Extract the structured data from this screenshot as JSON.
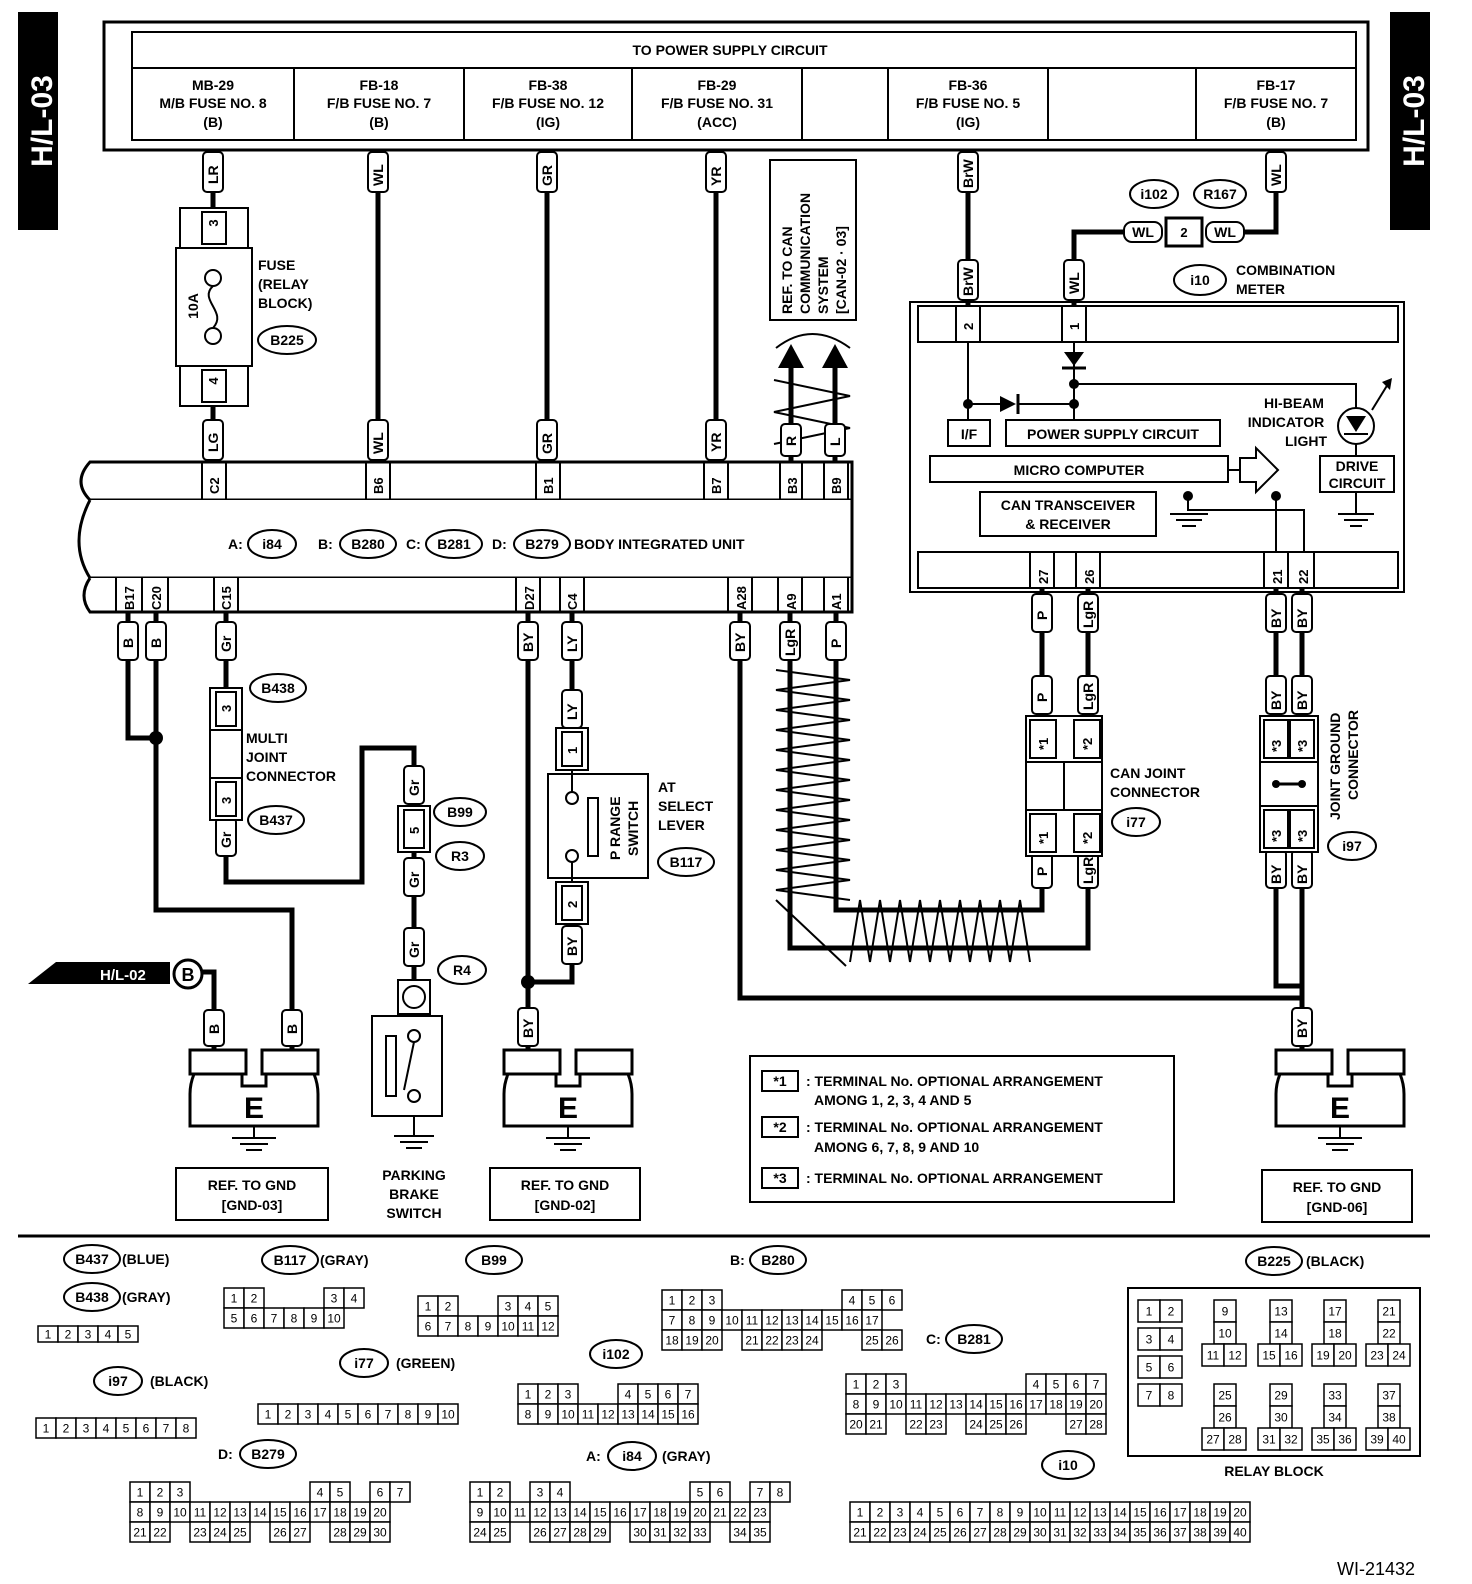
{
  "tabs": {
    "left": "H/L-03",
    "right": "H/L-03"
  },
  "power": {
    "title": "TO POWER SUPPLY CIRCUIT",
    "fuses": [
      {
        "l1": "MB-29",
        "l2": "M/B FUSE NO. 8",
        "l3": "(B)"
      },
      {
        "l1": "FB-18",
        "l2": "F/B FUSE NO. 7",
        "l3": "(B)"
      },
      {
        "l1": "FB-38",
        "l2": "F/B FUSE NO. 12",
        "l3": "(IG)"
      },
      {
        "l1": "FB-29",
        "l2": "F/B FUSE NO. 31",
        "l3": "(ACC)"
      },
      {
        "l1": "FB-36",
        "l2": "F/B FUSE NO. 5",
        "l3": "(IG)"
      },
      {
        "l1": "FB-17",
        "l2": "F/B FUSE NO. 7",
        "l3": "(B)"
      }
    ]
  },
  "wires": {
    "LR": "LR",
    "WL": "WL",
    "GR": "GR",
    "YR": "YR",
    "BrW": "BrW",
    "LG": "LG",
    "R": "R",
    "L": "L",
    "B": "B",
    "Gr": "Gr",
    "BY": "BY",
    "LY": "LY",
    "LgR": "LgR",
    "P": "P"
  },
  "nums": {
    "n1": "1",
    "n2": "2",
    "n3": "3",
    "n4": "4",
    "n5": "5",
    "n21": "21",
    "n22": "22",
    "n26": "26",
    "n27": "27"
  },
  "fuse": {
    "rating": "10A",
    "label1": "FUSE",
    "label2": "(RELAY",
    "label3": "BLOCK)",
    "conn": "B225"
  },
  "can": {
    "l1": "REF. TO CAN",
    "l2": "COMMUNICATION",
    "l3": "SYSTEM",
    "l4": "[CAN-02 · 03]"
  },
  "meter": {
    "conn1": "i102",
    "conn2": "R167",
    "conn3": "i10",
    "label1": "COMBINATION",
    "label2": "METER",
    "if": "I/F",
    "psc": "POWER SUPPLY CIRCUIT",
    "micro": "MICRO COMPUTER",
    "ct1": "CAN TRANSCEIVER",
    "ct2": "& RECEIVER",
    "hb1": "HI-BEAM",
    "hb2": "INDICATOR",
    "hb3": "LIGHT",
    "drv1": "DRIVE",
    "drv2": "CIRCUIT"
  },
  "biu": {
    "a": "A:",
    "b": "B:",
    "c": "C:",
    "d": "D:",
    "ca": "i84",
    "cb": "B280",
    "cc": "B281",
    "cd": "B279",
    "label": "BODY INTEGRATED UNIT",
    "top": [
      "C2",
      "B6",
      "B1",
      "B7",
      "B3",
      "B9"
    ],
    "bottom": [
      "B17",
      "C20",
      "C15",
      "D27",
      "C4",
      "A28",
      "A9",
      "A1"
    ]
  },
  "mj": {
    "c1": "B438",
    "c2": "B437",
    "l1": "MULTI",
    "l2": "JOINT",
    "l3": "CONNECTOR"
  },
  "pb": {
    "c1": "B99",
    "c2": "R3",
    "c3": "R4",
    "l1": "PARKING",
    "l2": "BRAKE",
    "l3": "SWITCH"
  },
  "at": {
    "l1": "AT",
    "l2": "SELECT",
    "l3": "LEVER",
    "sw1": "P RANGE",
    "sw2": "SWITCH",
    "conn": "B117"
  },
  "cj": {
    "l1": "CAN JOINT",
    "l2": "CONNECTOR",
    "conn": "i77",
    "s1": "*1",
    "s2": "*2"
  },
  "jg": {
    "l1": "JOINT GROUND",
    "l2": "CONNECTOR",
    "conn": "i97",
    "s3": "*3"
  },
  "hl02": "H/L-02",
  "hl02b": "B",
  "gnd": {
    "e": "E",
    "g3a": "REF. TO GND",
    "g3b": "[GND-03]",
    "g2a": "REF. TO GND",
    "g2b": "[GND-02]",
    "g6a": "REF. TO GND",
    "g6b": "[GND-06]"
  },
  "notes": [
    {
      "mark": "*1",
      "l1": ": TERMINAL No. OPTIONAL ARRANGEMENT",
      "l2": "AMONG 1, 2, 3, 4 AND 5"
    },
    {
      "mark": "*2",
      "l1": ": TERMINAL No. OPTIONAL ARRANGEMENT",
      "l2": "AMONG 6, 7, 8, 9 AND 10"
    },
    {
      "mark": "*3",
      "l1": ": TERMINAL No. OPTIONAL ARRANGEMENT",
      "l2": ""
    }
  ],
  "legend": {
    "b437": "B437",
    "b437c": "(BLUE)",
    "b438": "B438",
    "b438c": "(GRAY)",
    "b117": "B117",
    "b117c": "(GRAY)",
    "b99": "B99",
    "b280p": "B:",
    "b280": "B280",
    "b225": "B225",
    "b225c": "(BLACK)",
    "i77": "i77",
    "i77c": "(GREEN)",
    "i102": "i102",
    "b281p": "C:",
    "b281": "B281",
    "i97": "i97",
    "i97c": "(BLACK)",
    "b279p": "D:",
    "b279": "B279",
    "i84p": "A:",
    "i84": "i84",
    "i84c": "(GRAY)",
    "i10": "i10",
    "relay": "RELAY BLOCK"
  },
  "code": "WI-21432"
}
